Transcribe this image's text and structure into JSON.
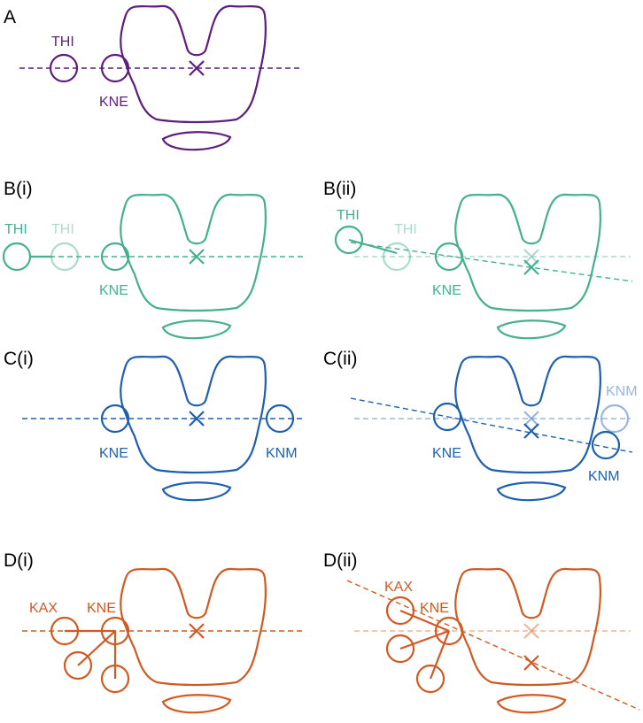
{
  "colors": {
    "A": "#5e1d7f",
    "B": "#45b08f",
    "C": "#1f5fb0",
    "D": "#d25a22"
  },
  "panels": {
    "A": {
      "label": "A",
      "thi": "THI",
      "kne": "KNE"
    },
    "Bi": {
      "label": "B(i)",
      "thi": "THI",
      "thi_faded": "THI",
      "kne": "KNE"
    },
    "Bii": {
      "label": "B(ii)",
      "thi": "THI",
      "thi_faded": "THI",
      "kne": "KNE"
    },
    "Ci": {
      "label": "C(i)",
      "kne": "KNE",
      "knm": "KNM"
    },
    "Cii": {
      "label": "C(ii)",
      "kne": "KNE",
      "knm_faded": "KNM",
      "knm": "KNM"
    },
    "Di": {
      "label": "D(i)",
      "kax": "KAX",
      "kne": "KNE"
    },
    "Dii": {
      "label": "D(ii)",
      "kax": "KAX",
      "kne": "KNE"
    }
  }
}
